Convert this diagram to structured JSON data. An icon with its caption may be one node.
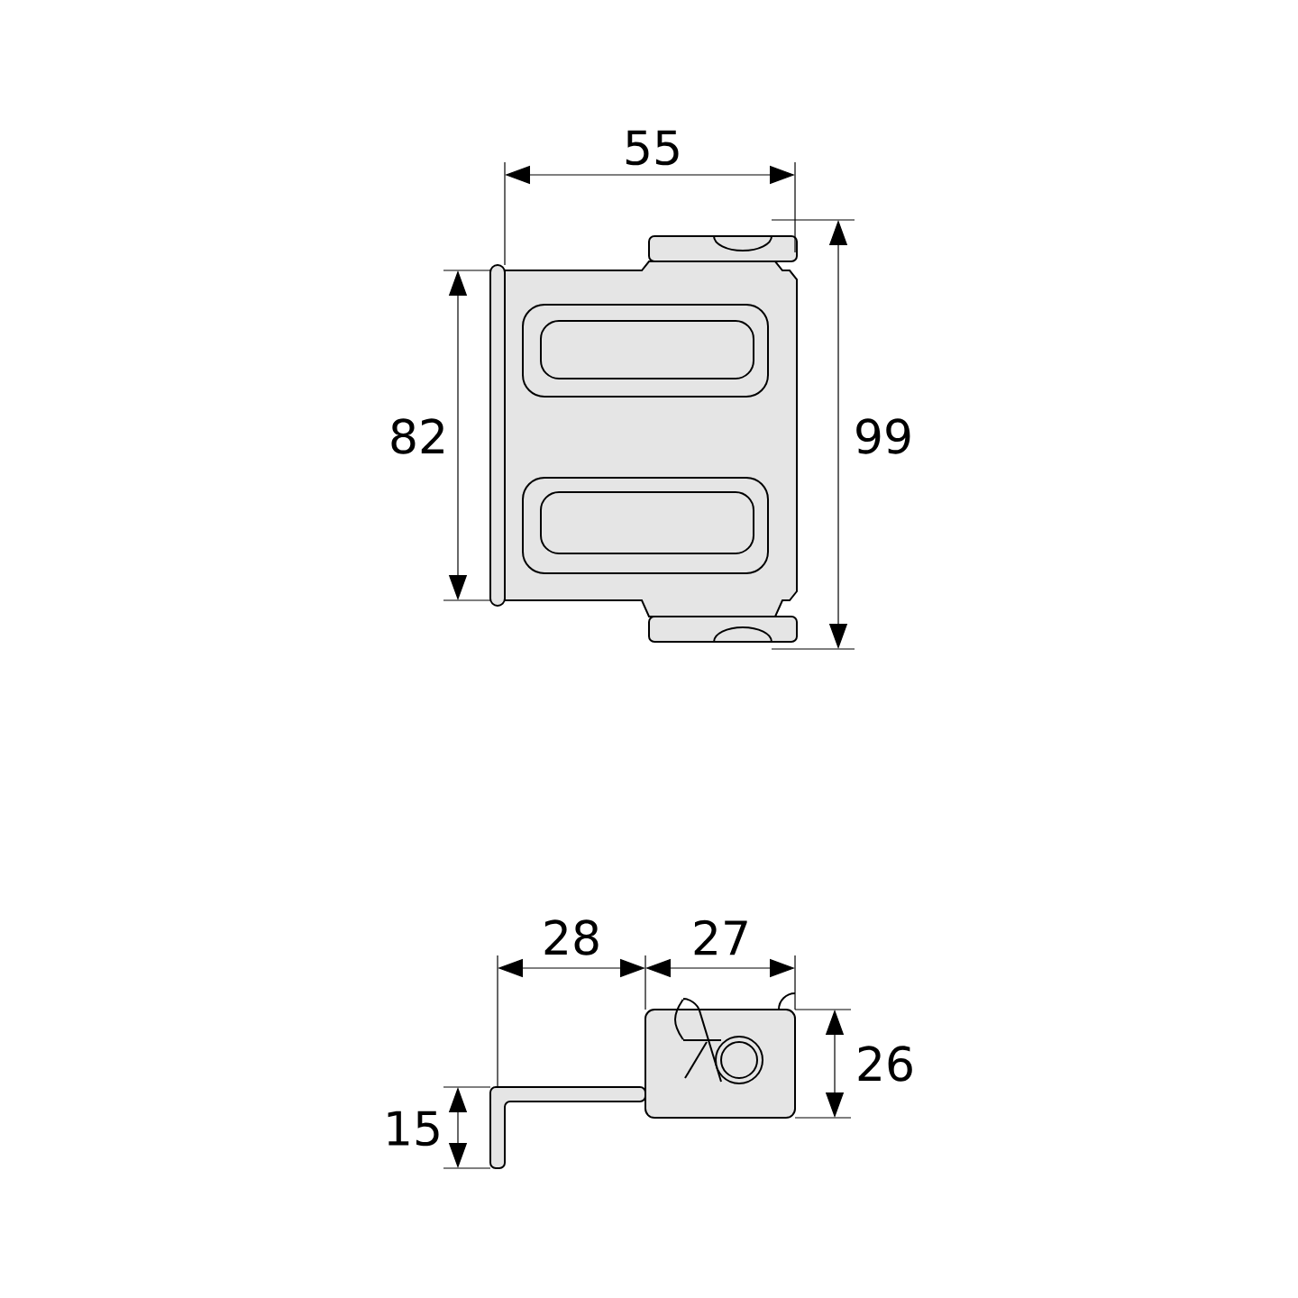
{
  "diagram": {
    "labels": [
      "55",
      "82",
      "99",
      "28",
      "27",
      "26",
      "15"
    ]
  }
}
